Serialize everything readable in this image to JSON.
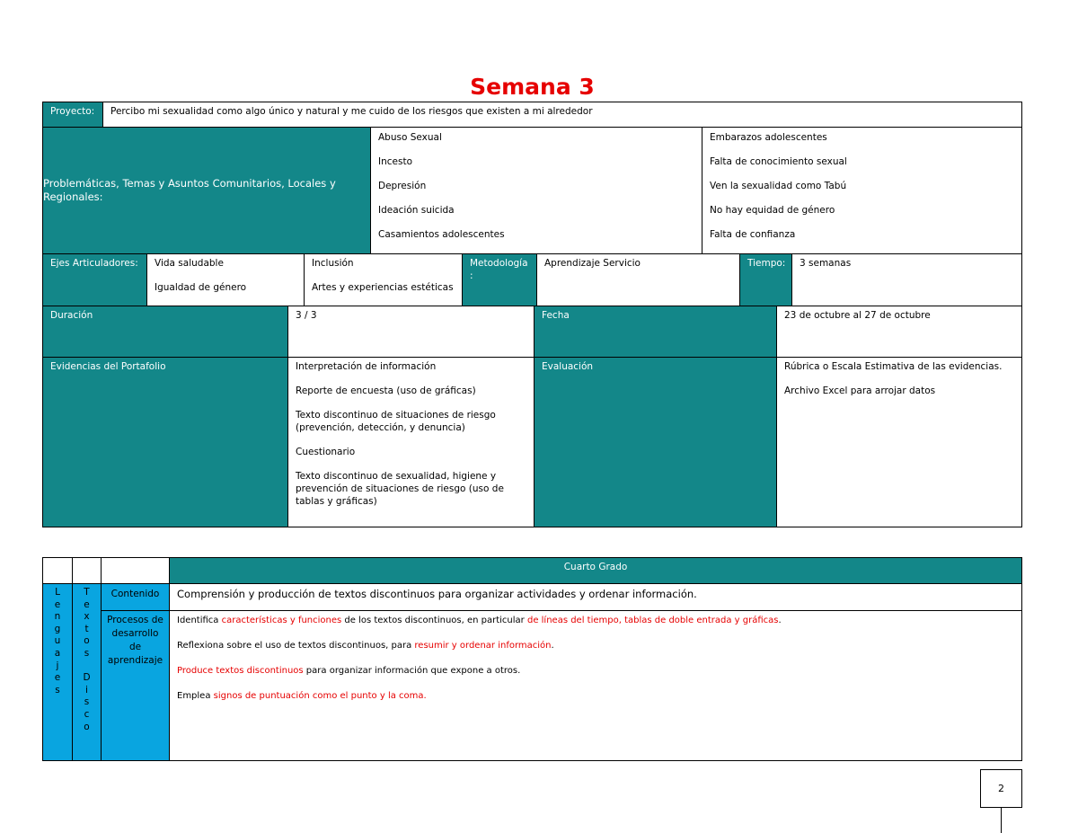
{
  "title": "Semana 3",
  "proyecto": {
    "label": "Proyecto:",
    "text": "Percibo mi sexualidad como algo único y natural y me cuido de los riesgos que existen a mi alrededor"
  },
  "problematicas": {
    "label": "Problemáticas, Temas y Asuntos Comunitarios, Locales y Regionales:",
    "col1": [
      "Abuso Sexual",
      "Incesto",
      "Depresión",
      "Ideación suicida",
      "Casamientos adolescentes"
    ],
    "col2": [
      "Embarazos adolescentes",
      "Falta de conocimiento sexual",
      "Ven la sexualidad como Tabú",
      "No hay equidad de género",
      "Falta de confianza"
    ]
  },
  "ejes": {
    "label": "Ejes Articuladores:",
    "col1": [
      "Vida saludable",
      "Igualdad de género"
    ],
    "col2": [
      "Inclusión",
      "Artes y experiencias estéticas"
    ],
    "metodologia_label": "Metodología",
    "metodologia_colon": ":",
    "metodologia": "Aprendizaje Servicio",
    "tiempo_label": "Tiempo:",
    "tiempo": "3 semanas"
  },
  "duracion": {
    "label": "Duración",
    "value": "3 / 3",
    "fecha_label": "Fecha",
    "fecha": "23 de octubre al 27 de octubre"
  },
  "evidencias": {
    "label": "Evidencias del Portafolio",
    "items": [
      "Interpretación de información",
      "Reporte de encuesta (uso de gráficas)",
      "Texto discontinuo de situaciones de riesgo (prevención, detección, y denuncia)",
      "Cuestionario",
      "Texto discontinuo de sexualidad, higiene y prevención de situaciones de riesgo (uso de tablas y gráficas)"
    ],
    "evaluacion_label": "Evaluación",
    "evaluacion": [
      "Rúbrica o Escala Estimativa de las evidencias.",
      "Archivo Excel para arrojar datos"
    ]
  },
  "grado": {
    "header": "Cuarto Grado",
    "vertical1": "Lenguajes",
    "vertical2": "Textos Disco",
    "contenido_label": "Contenido",
    "contenido": "Comprensión y producción de textos discontinuos para organizar actividades y ordenar información.",
    "procesos_label": "Procesos de desarrollo de aprendizaje",
    "pda1": {
      "a": "Identifica ",
      "b": "características y funciones",
      "c": " de los textos discontinuos, en particular ",
      "d": "de líneas del tiempo, tablas de doble entrada y gráficas",
      "e": "."
    },
    "pda2": {
      "a": "Reflexiona sobre el uso de textos discontinuos, para ",
      "b": "resumir y ordenar información",
      "c": "."
    },
    "pda3": {
      "a": "Produce textos discontinuos",
      "b": " para organizar información que expone a otros."
    },
    "pda4": {
      "a": "Emplea ",
      "b": "signos de puntuación como el punto y la coma."
    }
  },
  "page_number": "2",
  "colors": {
    "title": "#e60000",
    "teal": "#138789",
    "cyan": "#09a5e0",
    "highlight": "#e60000"
  }
}
